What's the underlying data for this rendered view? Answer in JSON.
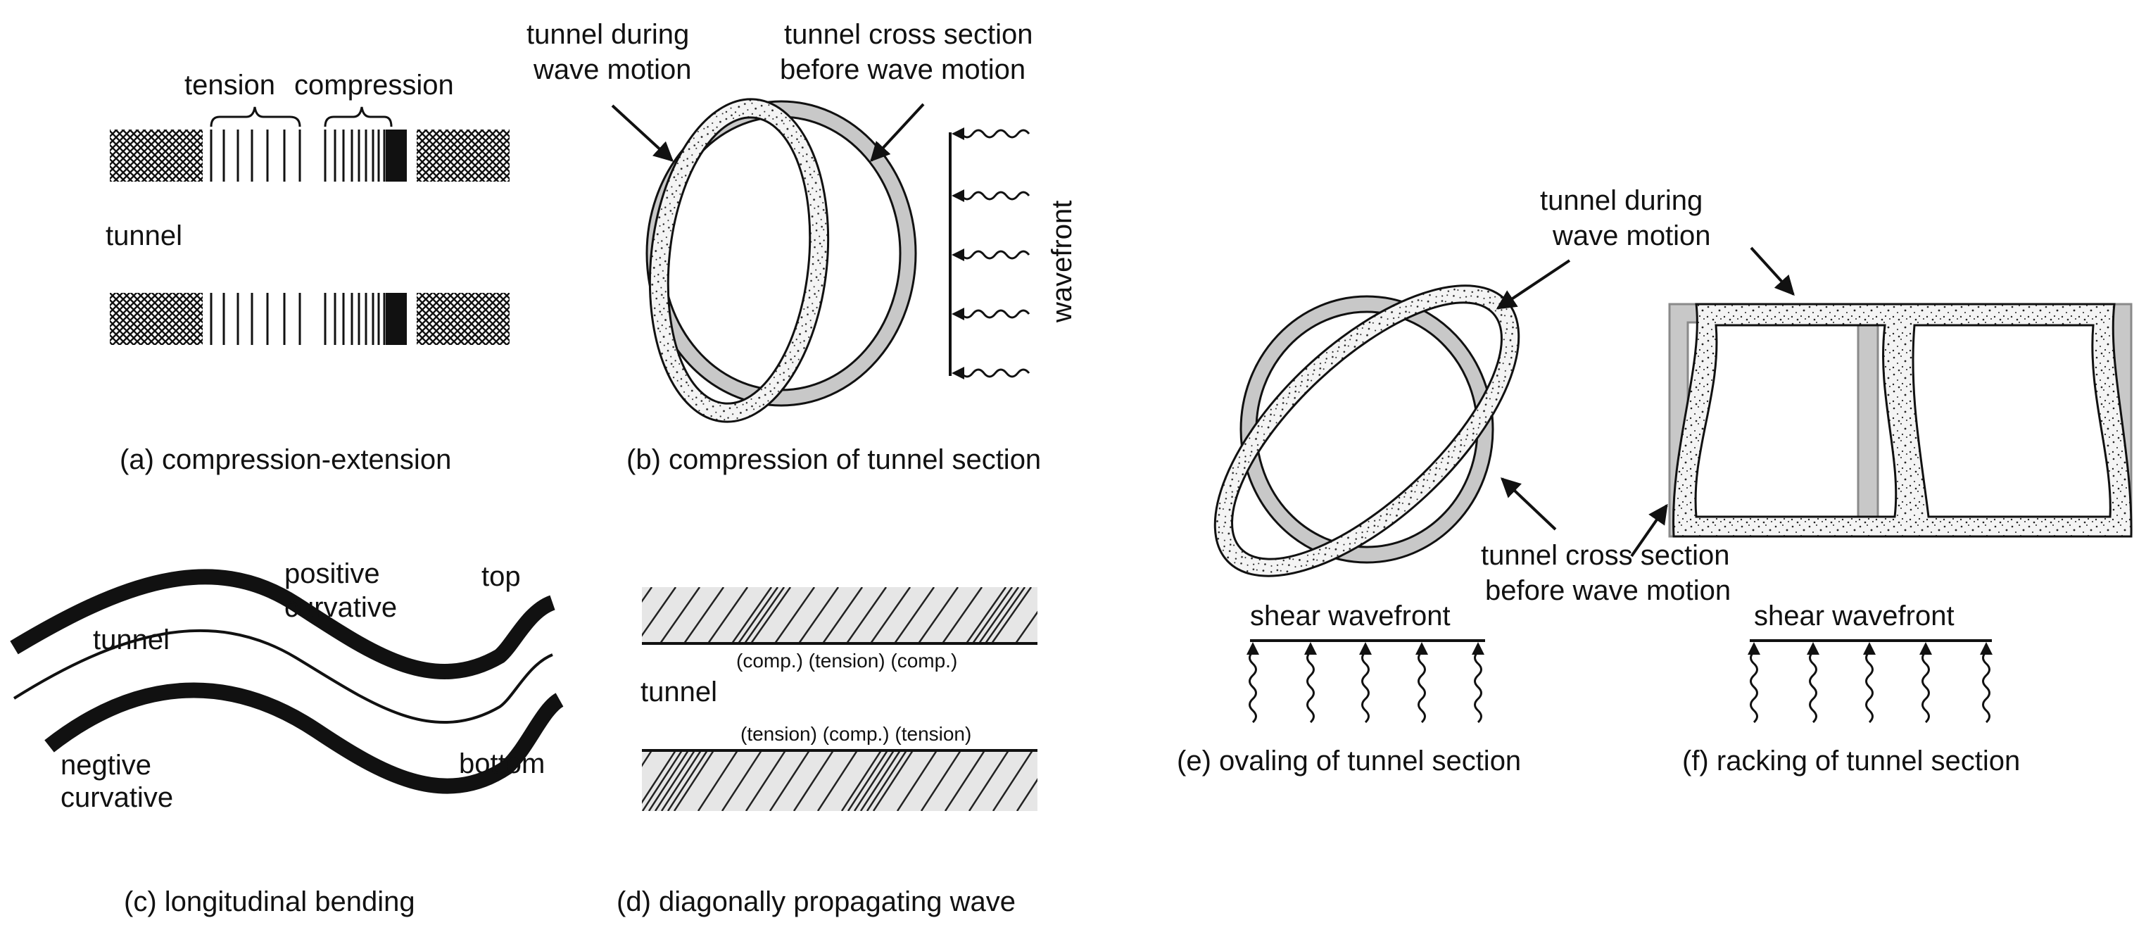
{
  "panel_a": {
    "label_tension": "tension",
    "label_compression": "compression",
    "label_tunnel": "tunnel",
    "caption": "(a) compression-extension"
  },
  "panel_b": {
    "label_during": [
      "tunnel during",
      "wave motion"
    ],
    "label_before": [
      "tunnel cross section",
      "before wave motion"
    ],
    "label_wavefront": "wavefront",
    "caption": "(b) compression of tunnel section"
  },
  "panel_c": {
    "label_positive": [
      "positive",
      "curvative"
    ],
    "label_top": "top",
    "label_tunnel": "tunnel",
    "label_negative": [
      "negtive",
      "curvative"
    ],
    "label_bottom": "bottom",
    "caption": "(c) longitudinal bending"
  },
  "panel_d": {
    "label_top_row": "(comp.) (tension) (comp.)",
    "label_tunnel": "tunnel",
    "label_bottom_row": "(tension) (comp.) (tension)",
    "caption": "(d) diagonally propagating wave"
  },
  "panel_e": {
    "label_during": [
      "tunnel during",
      "wave motion"
    ],
    "label_before": [
      "tunnel cross section",
      "before wave motion"
    ],
    "label_shear": "shear wavefront",
    "caption": "(e) ovaling of tunnel section"
  },
  "panel_f": {
    "label_shear": "shear wavefront",
    "caption": "(f) racking of tunnel section"
  },
  "colors": {
    "line": "#111111",
    "gray_fill": "#c8c8c8",
    "light_band": "#e6e6e6",
    "concrete": "#f4f4f4"
  }
}
